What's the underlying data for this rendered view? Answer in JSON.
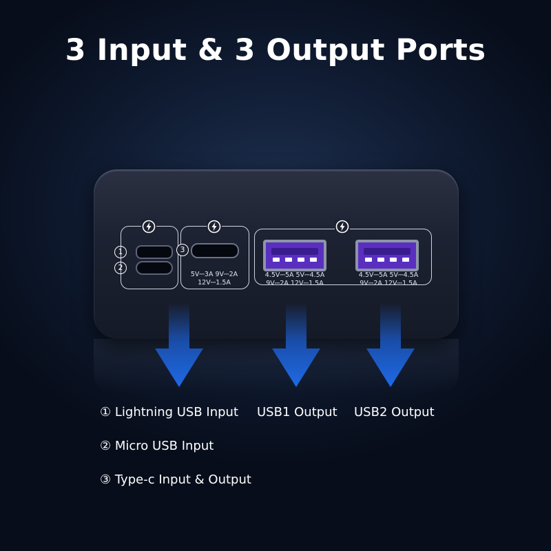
{
  "title": "3 Input & 3 Output Ports",
  "ports": {
    "micro_number": "1",
    "lightning_number": "2",
    "typec_number": "3",
    "typec_spec_line1": "5V⎓3A 9V⎓2A",
    "typec_spec_line2": "12V⎓1.5A",
    "usb1_spec_line1": "4.5V⎓5A  5V⎓4.5A",
    "usb1_spec_line2": "9V⎓2A 12V⎓1.5A",
    "usb2_spec_line1": "4.5V⎓5A  5V⎓4.5A",
    "usb2_spec_line2": "9V⎓2A 12V⎓1.5A"
  },
  "legend": {
    "item1": "① Lightning USB Input",
    "item2": "② Micro USB Input",
    "item3": "③ Type-c Input & Output",
    "usb1": "USB1 Output",
    "usb2": "USB2 Output"
  },
  "colors": {
    "usb_port": "#5a2fc0",
    "arrow": "#1c5fd4",
    "background": "#101c33"
  },
  "icons": {
    "fast_charge": "lightning-bolt-in-circle"
  }
}
